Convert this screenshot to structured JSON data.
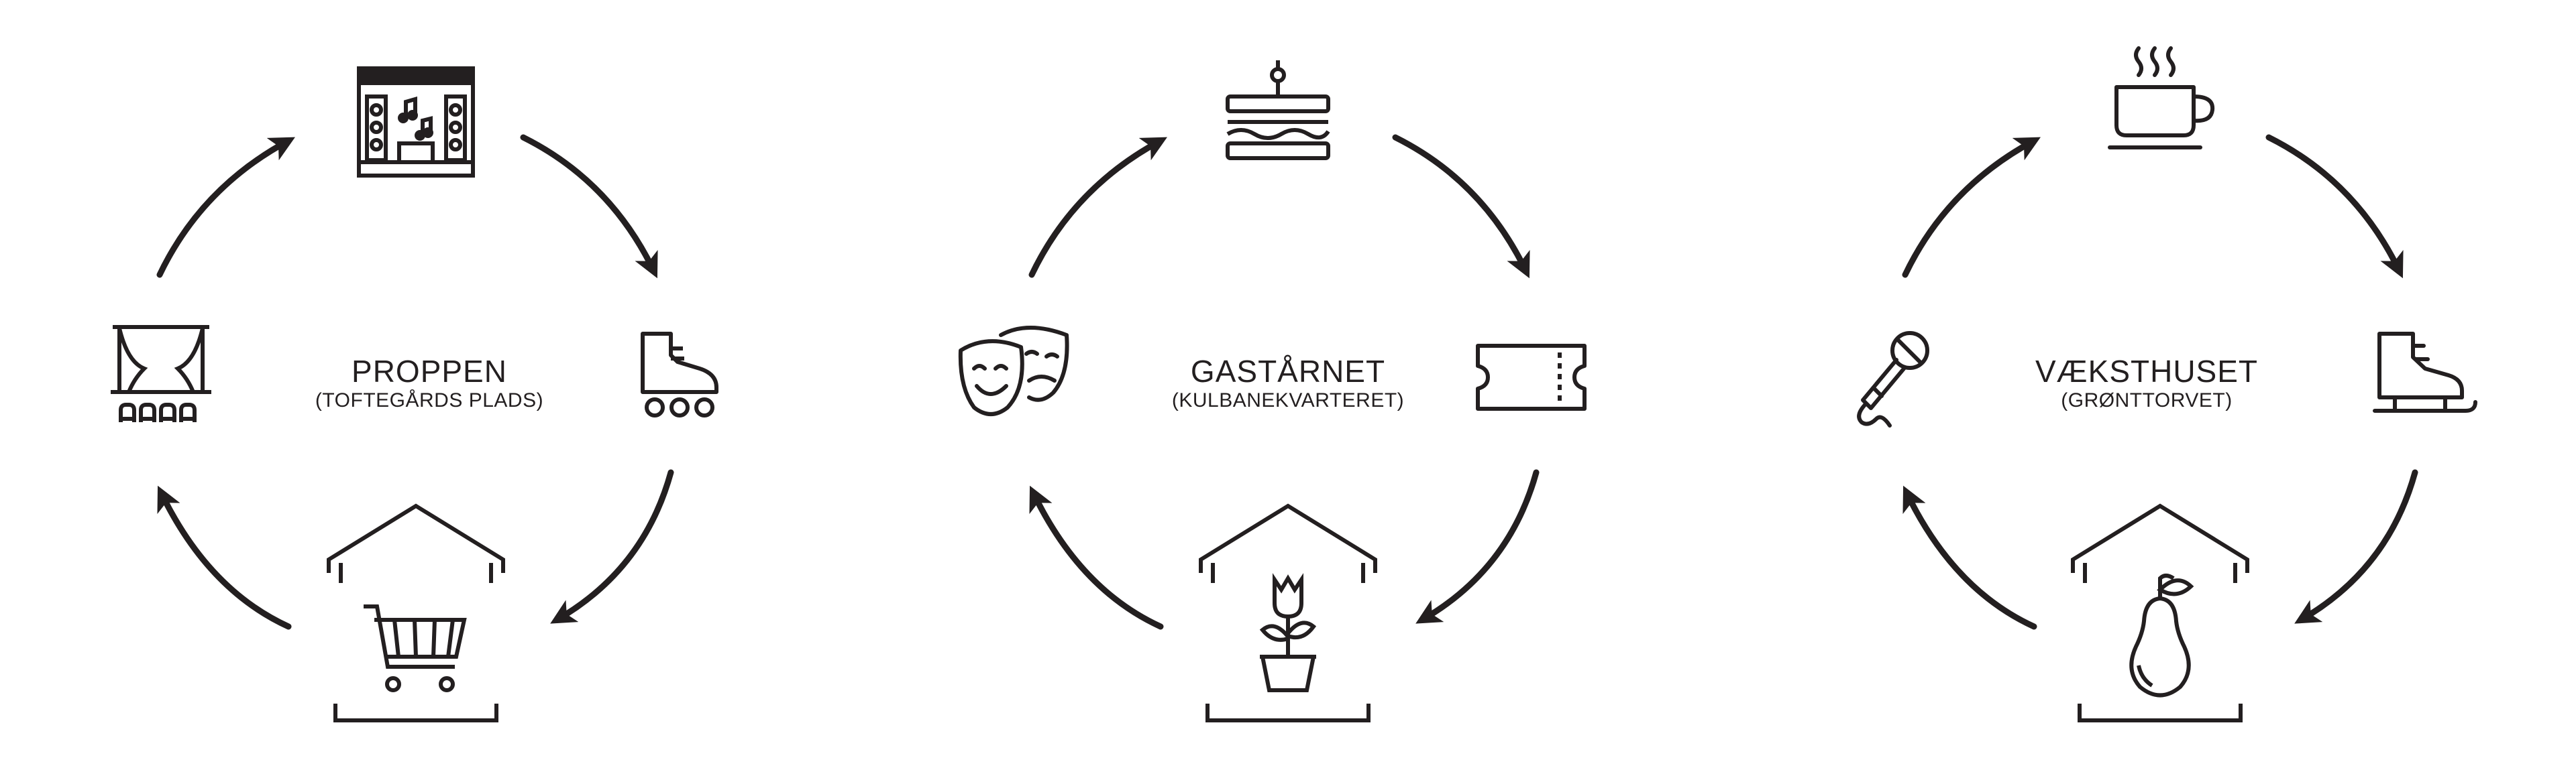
{
  "colors": {
    "stroke": "#231f20",
    "background": "#ffffff"
  },
  "cycles": [
    {
      "title": "PROPPEN",
      "subtitle": "(TOFTEGÅRDS PLADS)",
      "icons": {
        "top": "stage-music-icon",
        "right": "roller-skate-icon",
        "bottom": "shopping-cart-house-icon",
        "left": "theater-curtain-icon"
      }
    },
    {
      "title": "GASTÅRNET",
      "subtitle": "(KULBANEKVARTERET)",
      "icons": {
        "top": "sandwich-icon",
        "right": "ticket-icon",
        "bottom": "flower-pot-house-icon",
        "left": "theater-masks-icon"
      }
    },
    {
      "title": "VÆKSTHUSET",
      "subtitle": "(GRØNTTORVET)",
      "icons": {
        "top": "coffee-cup-icon",
        "right": "ice-skate-icon",
        "bottom": "pear-house-icon",
        "left": "microphone-icon"
      }
    }
  ]
}
